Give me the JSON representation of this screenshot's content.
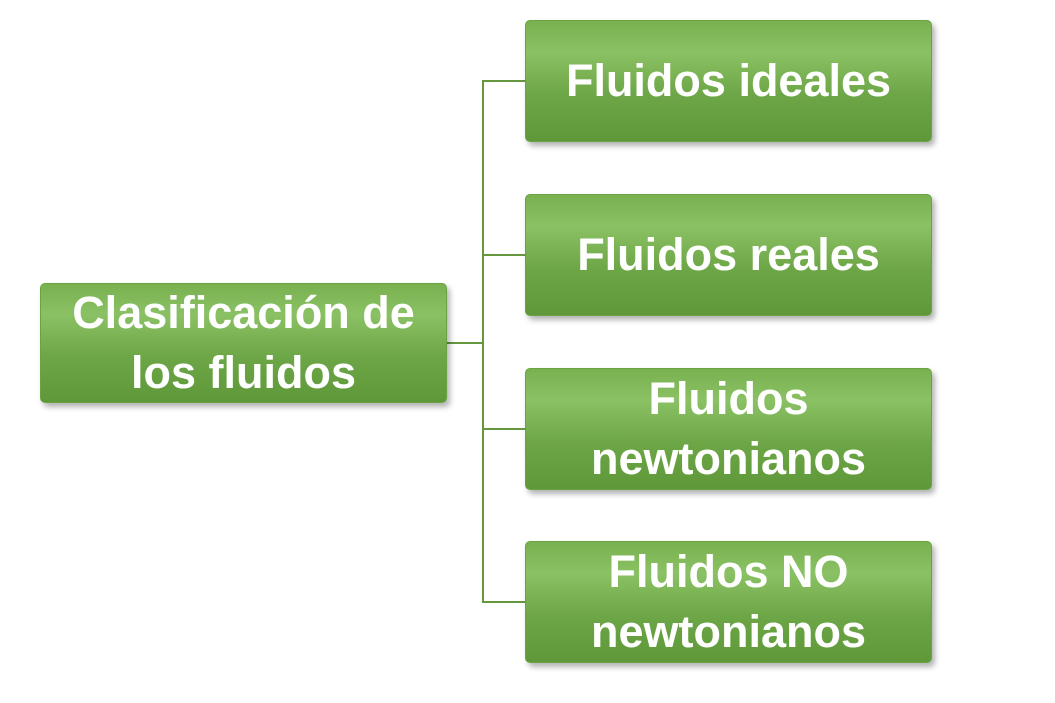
{
  "diagram": {
    "type": "hierarchy",
    "root": {
      "label": "Clasificación de los fluidos"
    },
    "children": [
      {
        "label": "Fluidos ideales"
      },
      {
        "label": "Fluidos reales"
      },
      {
        "label": "Fluidos newtonianos"
      },
      {
        "label": "Fluidos NO newtonianos"
      }
    ]
  },
  "colors": {
    "box-fill-top": "#79b150",
    "box-fill-light": "#8ac164",
    "box-fill-mid": "#6da646",
    "box-fill-bottom": "#5e9839",
    "box-border": "#6aa344",
    "connector": "#66973f",
    "text": "#ffffff",
    "background": "#ffffff"
  }
}
